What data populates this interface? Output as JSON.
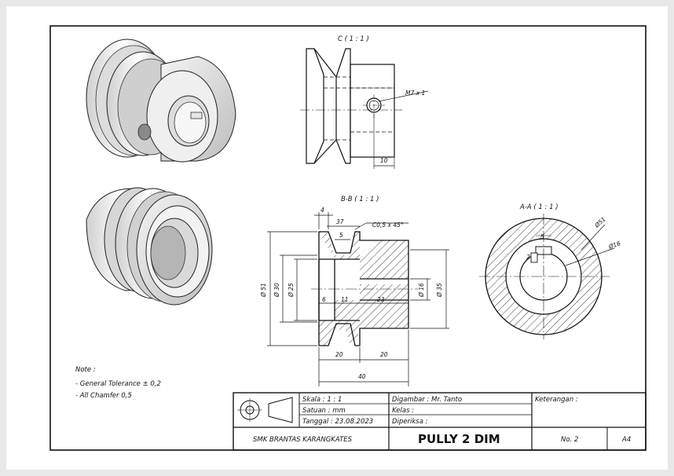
{
  "views": {
    "c_title": "C ( 1 : 1 )",
    "bb_title": "B-B ( 1 : 1 )",
    "aa_title": "A-A ( 1 : 1 )"
  },
  "dims": {
    "m7": "M7 x 1",
    "ten": "10",
    "four": "4",
    "thirtyseven": "37",
    "five": "5",
    "chamfer": "C0,5 x 45°",
    "d51": "Ø 51",
    "d30": "Ø 30",
    "d25": "Ø 25",
    "d16": "Ø 16",
    "d35": "Ø 35",
    "six": "6",
    "eleven": "11",
    "twentythree": "23",
    "twenty_a": "20",
    "twenty_b": "20",
    "forty": "40",
    "aa_d51": "Ø51",
    "aa_d16": "Ø16",
    "aa_five": "5",
    "aa_two": "2"
  },
  "notes": {
    "title": "Note :",
    "items": [
      "- General Tolerance ± 0,2",
      "- All Chamfer 0,5"
    ]
  },
  "title_block": {
    "scale": "Skala   :  1 : 1",
    "unit": "Satuan : mm",
    "date": "Tanggal : 23.08.2023",
    "drawn": "Digambar : Mr. Tanto",
    "class": "Kelas      :",
    "checked": "Diperiksa :",
    "remarks": "Keterangan :",
    "school": "SMK BRANTAS KARANGKATES",
    "name": "PULLY 2 DIM",
    "number": "No. 2",
    "size": "A4"
  },
  "colors": {
    "line": "#111111",
    "paper": "#ffffff",
    "background": "#e8e8e8"
  }
}
